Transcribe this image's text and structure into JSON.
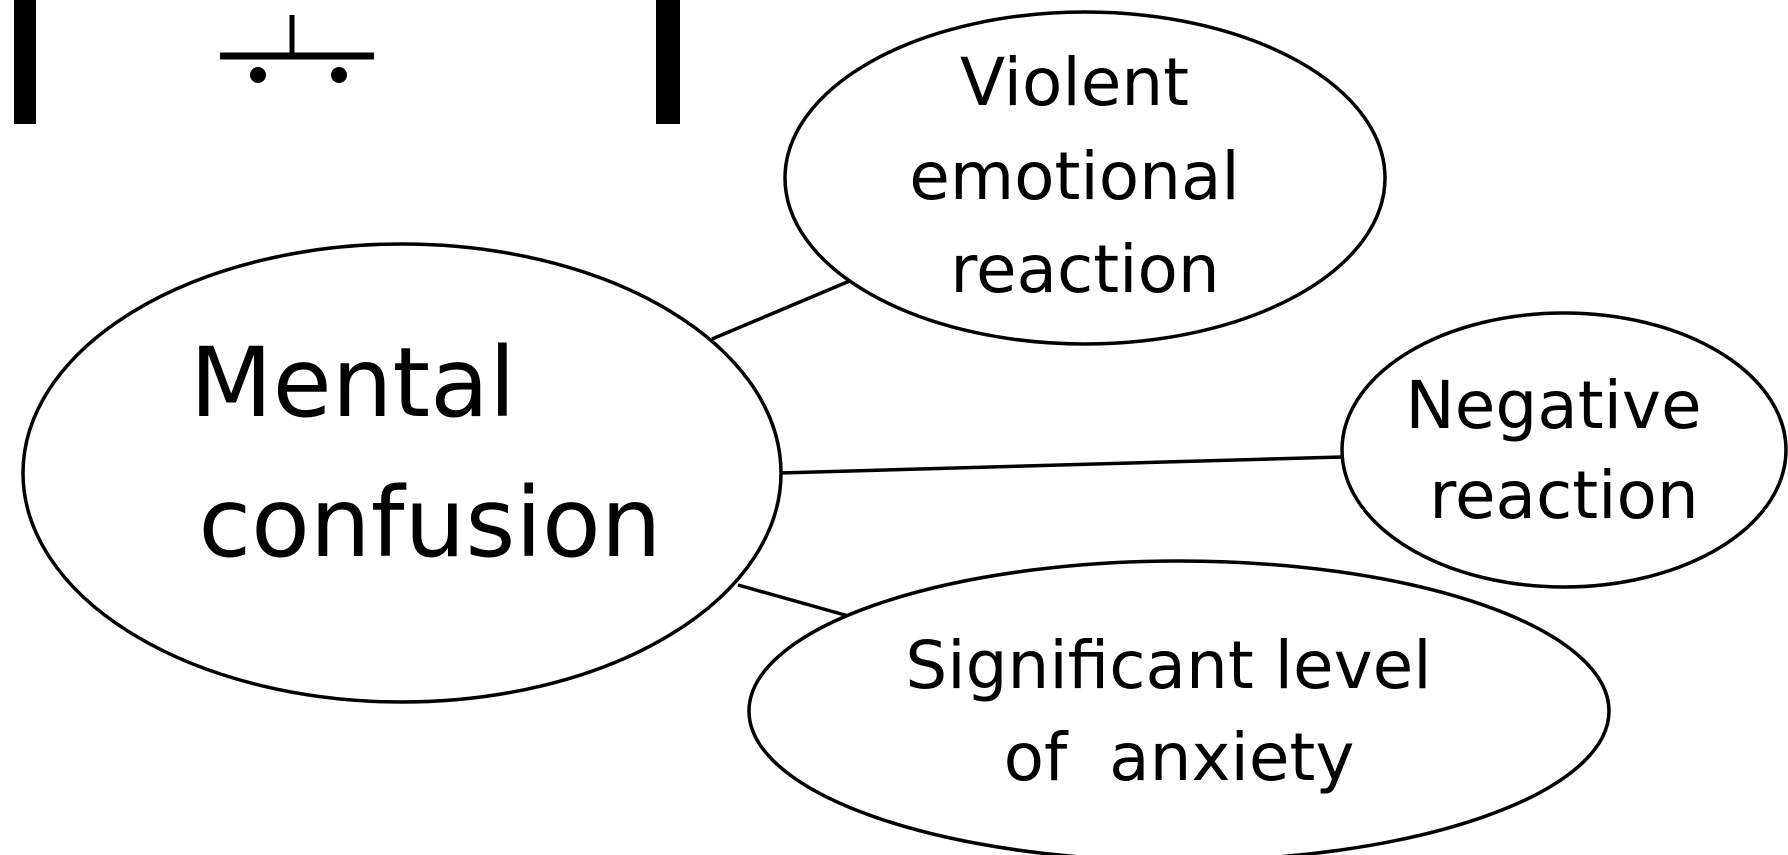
{
  "diagram": {
    "central_node": {
      "lines": [
        "Mental",
        "confusion"
      ]
    },
    "nodes": [
      {
        "id": "violent-emotional-reaction",
        "lines": [
          "Violent",
          "emotional",
          "reaction"
        ]
      },
      {
        "id": "negative-reaction",
        "lines": [
          "Negative",
          "reaction"
        ]
      },
      {
        "id": "significant-level-of-anxiety",
        "lines": [
          "Significant level",
          "of  anxiety"
        ]
      }
    ],
    "edges": [
      {
        "from": "central",
        "to": "violent-emotional-reaction"
      },
      {
        "from": "central",
        "to": "negative-reaction"
      },
      {
        "from": "central",
        "to": "significant-level-of-anxiety"
      }
    ]
  }
}
